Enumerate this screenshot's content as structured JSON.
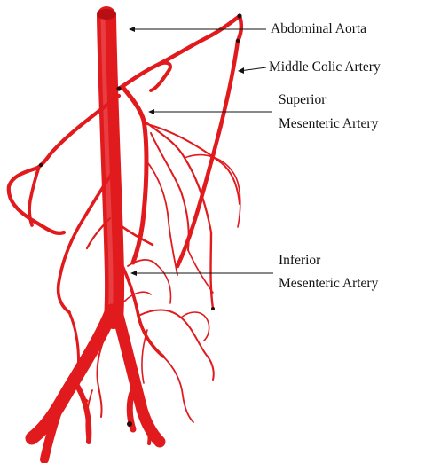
{
  "labels": {
    "abdominal_aorta": "Abdominal Aorta",
    "middle_colic_artery": "Middle Colic Artery",
    "superior_mesenteric_line1": "Superior",
    "superior_mesenteric_line2": "Mesenteric Artery",
    "inferior_mesenteric_line1": "Inferior",
    "inferior_mesenteric_line2": "Mesenteric Artery"
  },
  "colors": {
    "vessel": "#e11a1e",
    "vessel_dark": "#b80f14",
    "vessel_highlight": "#f36a6c",
    "text": "#111111",
    "background": "#ffffff"
  }
}
